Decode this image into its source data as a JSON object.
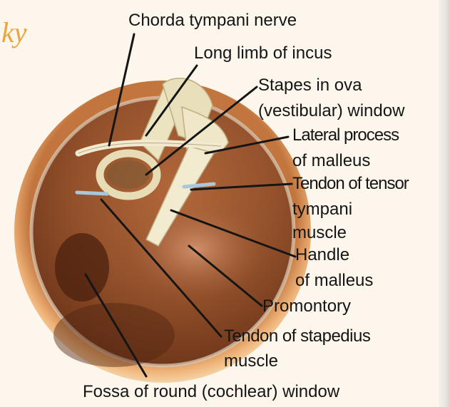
{
  "logo_fragment": "ky",
  "labels": {
    "chorda_tympani": "Chorda tympani nerve",
    "long_limb_incus": "Long limb of incus",
    "stapes_line1": "Stapes in ova",
    "stapes_line2": "(vestibular) window",
    "lateral_process_line1": "Lateral process",
    "lateral_process_line2": "of malleus",
    "tendon_tensor_line1": "Tendon of tensor",
    "tendon_tensor_line2": "tympani",
    "tendon_tensor_line3": "muscle",
    "handle_line1": "Handle",
    "handle_line2": "of malleus",
    "promontory": "Promontory",
    "stapedius_line1": "Tendon of stapedius",
    "stapedius_line2": "muscle",
    "fossa_round": "Fossa of round (cochlear) window"
  },
  "colors": {
    "background": "#fdf6ec",
    "tympanic_rim": "#e8a35c",
    "cavity": "#8a4622",
    "ossicles": "#efe8c8",
    "leader_lines": "#151515"
  }
}
